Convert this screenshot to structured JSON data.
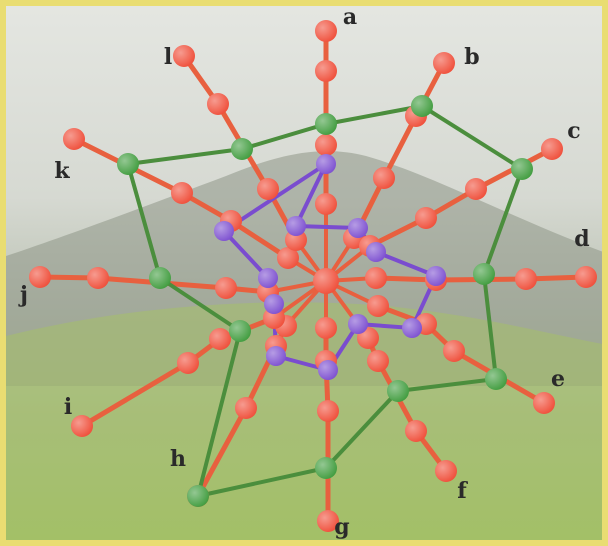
{
  "colors": {
    "outer_node": "#ef4a35",
    "outer_bond": "#e8603f",
    "purple_node": "#7a4ccf",
    "purple_bond": "#7a4ccf",
    "green_node": "#3c9a3a",
    "green_bond": "#4b8e3d",
    "frame": "#e9dd72",
    "sky_top": "#dfe2dc",
    "mountain": "#8c9384",
    "grass": "#9fbf5f"
  },
  "spokes": [
    {
      "label": "a"
    },
    {
      "label": "b"
    },
    {
      "label": "c"
    },
    {
      "label": "d"
    },
    {
      "label": "e"
    },
    {
      "label": "f"
    },
    {
      "label": "g"
    },
    {
      "label": "h"
    },
    {
      "label": "i"
    },
    {
      "label": "j"
    },
    {
      "label": "k"
    },
    {
      "label": "l"
    }
  ]
}
